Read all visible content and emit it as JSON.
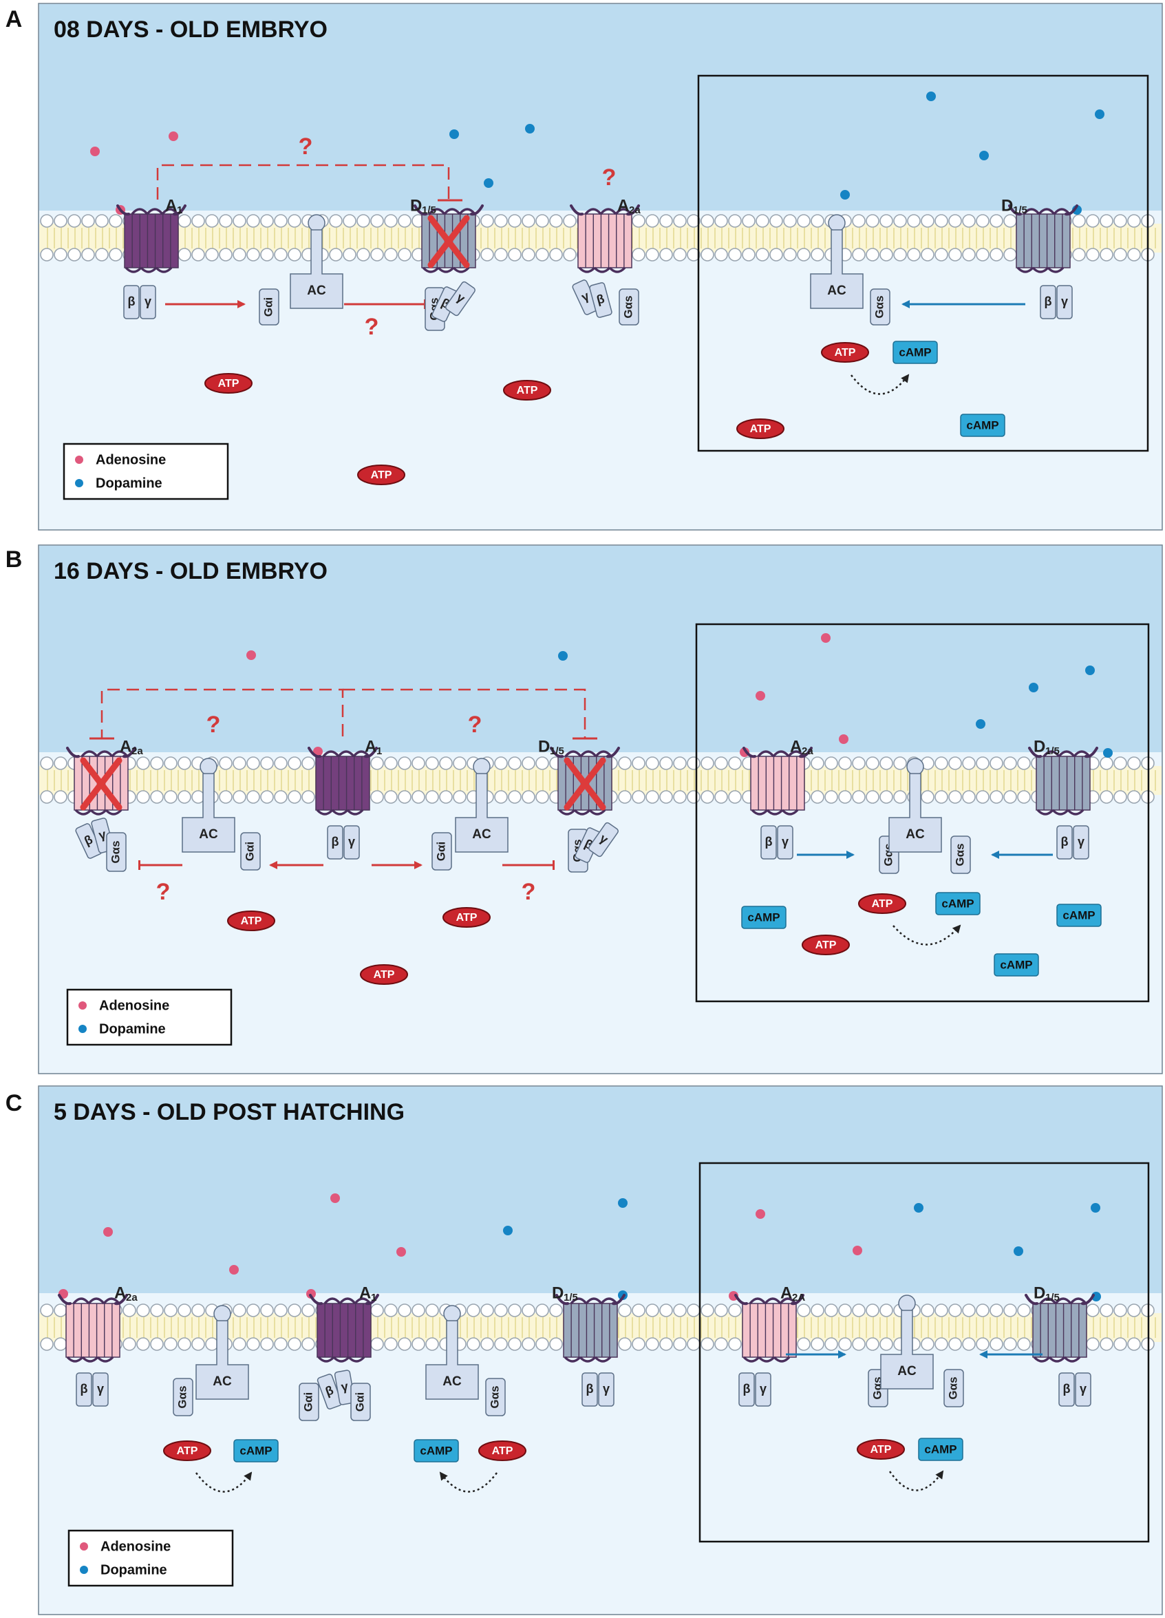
{
  "colors": {
    "upper_bg": "#bcdcf0",
    "lower_bg": "#ebf5fc",
    "frame": "#6f8291",
    "adenosine": "#e0587c",
    "dopamine": "#1584c4",
    "red": "#d23a3a",
    "blue_arrow": "#1c7bb5",
    "a1_receptor": "#74407d",
    "a2a_receptor": "#f4c3cc",
    "d15_receptor": "#9aa9bd",
    "protein": "#d4dff0",
    "atp": "#c9252d",
    "camp": "#2fa9d8"
  },
  "panels": [
    {
      "letter": "A",
      "title": "08 DAYS - OLD EMBRYO",
      "legend": {
        "adenosine": "Adenosine",
        "dopamine": "Dopamine"
      },
      "receptors": {
        "a1": "A",
        "a1_sub": "1",
        "d15": "D",
        "d15_sub": "1/5",
        "a2a": "A",
        "a2a_sub": "2a"
      },
      "proteins": {
        "ac": "AC",
        "gai": "Gαi",
        "gas": "Gαs",
        "beta": "β",
        "gamma": "γ"
      },
      "uncertain": "?",
      "molecules": {
        "atp": "ATP",
        "camp": "cAMP"
      }
    },
    {
      "letter": "B",
      "title": "16 DAYS - OLD EMBRYO",
      "legend": {
        "adenosine": "Adenosine",
        "dopamine": "Dopamine"
      },
      "receptors": {
        "a1": "A",
        "a1_sub": "1",
        "d15": "D",
        "d15_sub": "1/5",
        "a2a": "A",
        "a2a_sub": "2a"
      },
      "proteins": {
        "ac": "AC",
        "gai": "Gαi",
        "gas": "Gαs",
        "beta": "β",
        "gamma": "γ"
      },
      "uncertain": "?",
      "molecules": {
        "atp": "ATP",
        "camp": "cAMP"
      }
    },
    {
      "letter": "C",
      "title": "5 DAYS - OLD POST HATCHING",
      "legend": {
        "adenosine": "Adenosine",
        "dopamine": "Dopamine"
      },
      "receptors": {
        "a1": "A",
        "a1_sub": "1",
        "d15": "D",
        "d15_sub": "1/5",
        "a2a": "A",
        "a2a_sub": "2a",
        "a2a_box_sub": "2A"
      },
      "proteins": {
        "ac": "AC",
        "gai": "Gαi",
        "gas": "Gαs",
        "beta": "β",
        "gamma": "γ"
      },
      "molecules": {
        "atp": "ATP",
        "camp": "cAMP"
      }
    }
  ]
}
